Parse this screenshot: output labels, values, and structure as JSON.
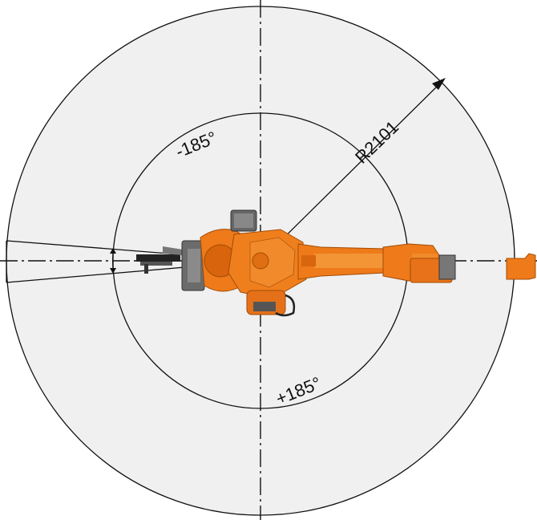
{
  "labels": {
    "angle_negative": "-185°",
    "angle_positive": "+185°",
    "radius": "R2101"
  },
  "colors": {
    "envelope_fill": "#f0f0f0",
    "line": "#111111",
    "robot_orange": "#ee7a1a",
    "robot_dark": "#555555"
  }
}
